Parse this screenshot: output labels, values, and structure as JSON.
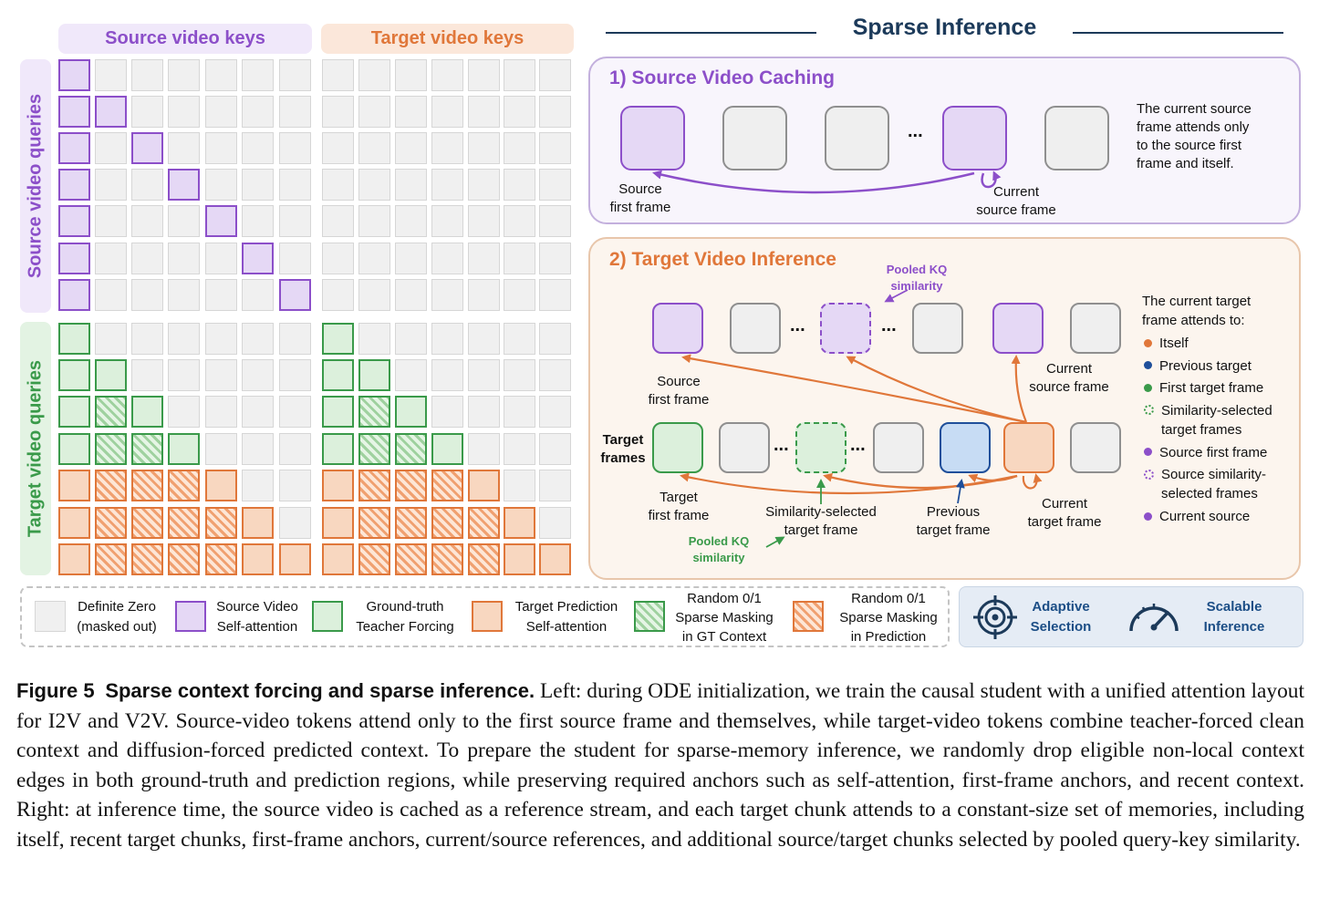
{
  "left": {
    "header_source": "Source video keys",
    "header_target": "Target video keys",
    "label_source_queries": "Source video queries",
    "label_target_queries": "Target video queries"
  },
  "right": {
    "title": "Sparse Inference",
    "panel1": {
      "title": "1) Source Video Caching",
      "source_first_frame": [
        "Source",
        "first frame"
      ],
      "current_source_frame": [
        "Current",
        "source frame"
      ],
      "dots": "...",
      "note": [
        "The current source",
        "frame attends only",
        "to the source first",
        "frame and itself."
      ]
    },
    "panel2": {
      "title": "2) Target Video Inference",
      "pooled_top": [
        "Pooled KQ",
        "similarity"
      ],
      "pooled_bottom": [
        "Pooled KQ",
        "similarity"
      ],
      "source_first_frame": [
        "Source",
        "first frame"
      ],
      "current_source_frame": [
        "Current",
        "source frame"
      ],
      "target_frames": [
        "Target",
        "frames"
      ],
      "target_first_frame": [
        "Target",
        "first frame"
      ],
      "similarity_selected": [
        "Similarity-selected",
        "target frame"
      ],
      "previous_target": [
        "Previous",
        "target frame"
      ],
      "current_target": [
        "Current",
        "target frame"
      ],
      "dots": "...",
      "legend_title": [
        "The current target",
        "frame attends to:"
      ],
      "legend": [
        {
          "label": "Itself",
          "color": "#e0773a",
          "style": "solid"
        },
        {
          "label": "Previous target",
          "color": "#1f4f9a",
          "style": "solid"
        },
        {
          "label": "First target frame",
          "color": "#3a9a4a",
          "style": "solid"
        },
        {
          "label": "Similarity-selected",
          "label2": "target frames",
          "color": "#3a9a4a",
          "style": "dashed"
        },
        {
          "label": "Source first frame",
          "color": "#8c4fc9",
          "style": "solid"
        },
        {
          "label": "Source similarity-",
          "label2": "selected frames",
          "color": "#8c4fc9",
          "style": "dashed"
        },
        {
          "label": "Current source",
          "color": "#8c4fc9",
          "style": "solid"
        }
      ]
    }
  },
  "bottom_legend": [
    {
      "line1": "Definite Zero",
      "line2": "(masked out)"
    },
    {
      "line1": "Source Video",
      "line2": "Self-attention"
    },
    {
      "line1": "Ground-truth",
      "line2": "Teacher Forcing"
    },
    {
      "line1": "Target Prediction",
      "line2": "Self-attention"
    },
    {
      "line1": "Random 0/1",
      "line2": "Sparse Masking",
      "line3": "in GT Context"
    },
    {
      "line1": "Random 0/1",
      "line2": "Sparse Masking",
      "line3": "in Prediction"
    }
  ],
  "features": [
    {
      "line1": "Adaptive",
      "line2": "Selection",
      "icon": "target-icon"
    },
    {
      "line1": "Scalable",
      "line2": "Inference",
      "icon": "speedometer-icon"
    }
  ],
  "caption": {
    "label": "Figure 5",
    "bold_title": "Sparse context forcing and sparse inference.",
    "text": "Left: during ODE initialization, we train the causal student with a unified attention layout for I2V and V2V. Source-video tokens attend only to the first source frame and themselves, while target-video tokens combine teacher-forced clean context and diffusion-forced predicted context.  To prepare the student for sparse-memory inference, we randomly drop eligible non-local context edges in both ground-truth and prediction regions, while preserving required anchors such as self-attention, first-frame anchors, and recent context.  Right:  at inference time, the source video is cached as a reference stream, and each target chunk attends to a constant-size set of memories, including itself, recent target chunks, first-frame anchors, current/source references, and additional source/target chunks selected by pooled query-key similarity."
  },
  "colors": {
    "source_purple": "#8c4fc9",
    "target_orange": "#e0773a",
    "gt_green": "#3a9a4a",
    "previous_blue": "#1f4f9a",
    "title_navy": "#1c3a5a"
  }
}
